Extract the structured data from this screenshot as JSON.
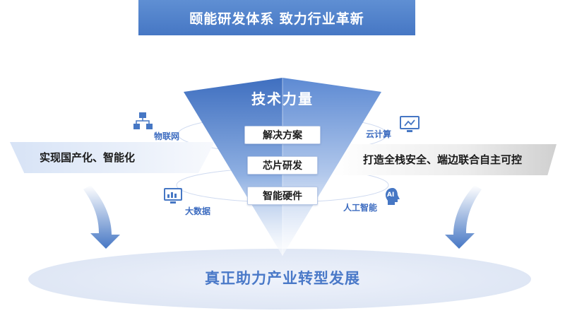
{
  "header": {
    "title": "颐能研发体系 致力行业革新"
  },
  "pyramid": {
    "title": "技术力量",
    "layers": [
      {
        "label": "解决方案"
      },
      {
        "label": "芯片研发"
      },
      {
        "label": "智能硬件"
      }
    ]
  },
  "left_band": {
    "label": "实现国产化、智能化"
  },
  "right_band": {
    "label": "打造全栈安全、端边联合自主可控"
  },
  "tags": {
    "iot": {
      "label": "物联网",
      "icon": "network-nodes-icon"
    },
    "big_data": {
      "label": "大数据",
      "icon": "monitor-chart-icon"
    },
    "cloud": {
      "label": "云计算",
      "icon": "cloud-monitor-icon"
    },
    "ai": {
      "label": "人工智能",
      "icon": "ai-head-icon",
      "badge": "AI"
    }
  },
  "bottom": {
    "title": "真正助力产业转型发展"
  },
  "colors": {
    "primary": "#4677c4",
    "primary_light": "#5f8fd3",
    "tag_text": "#3d6cc0",
    "ground": "#e2e9f6"
  }
}
